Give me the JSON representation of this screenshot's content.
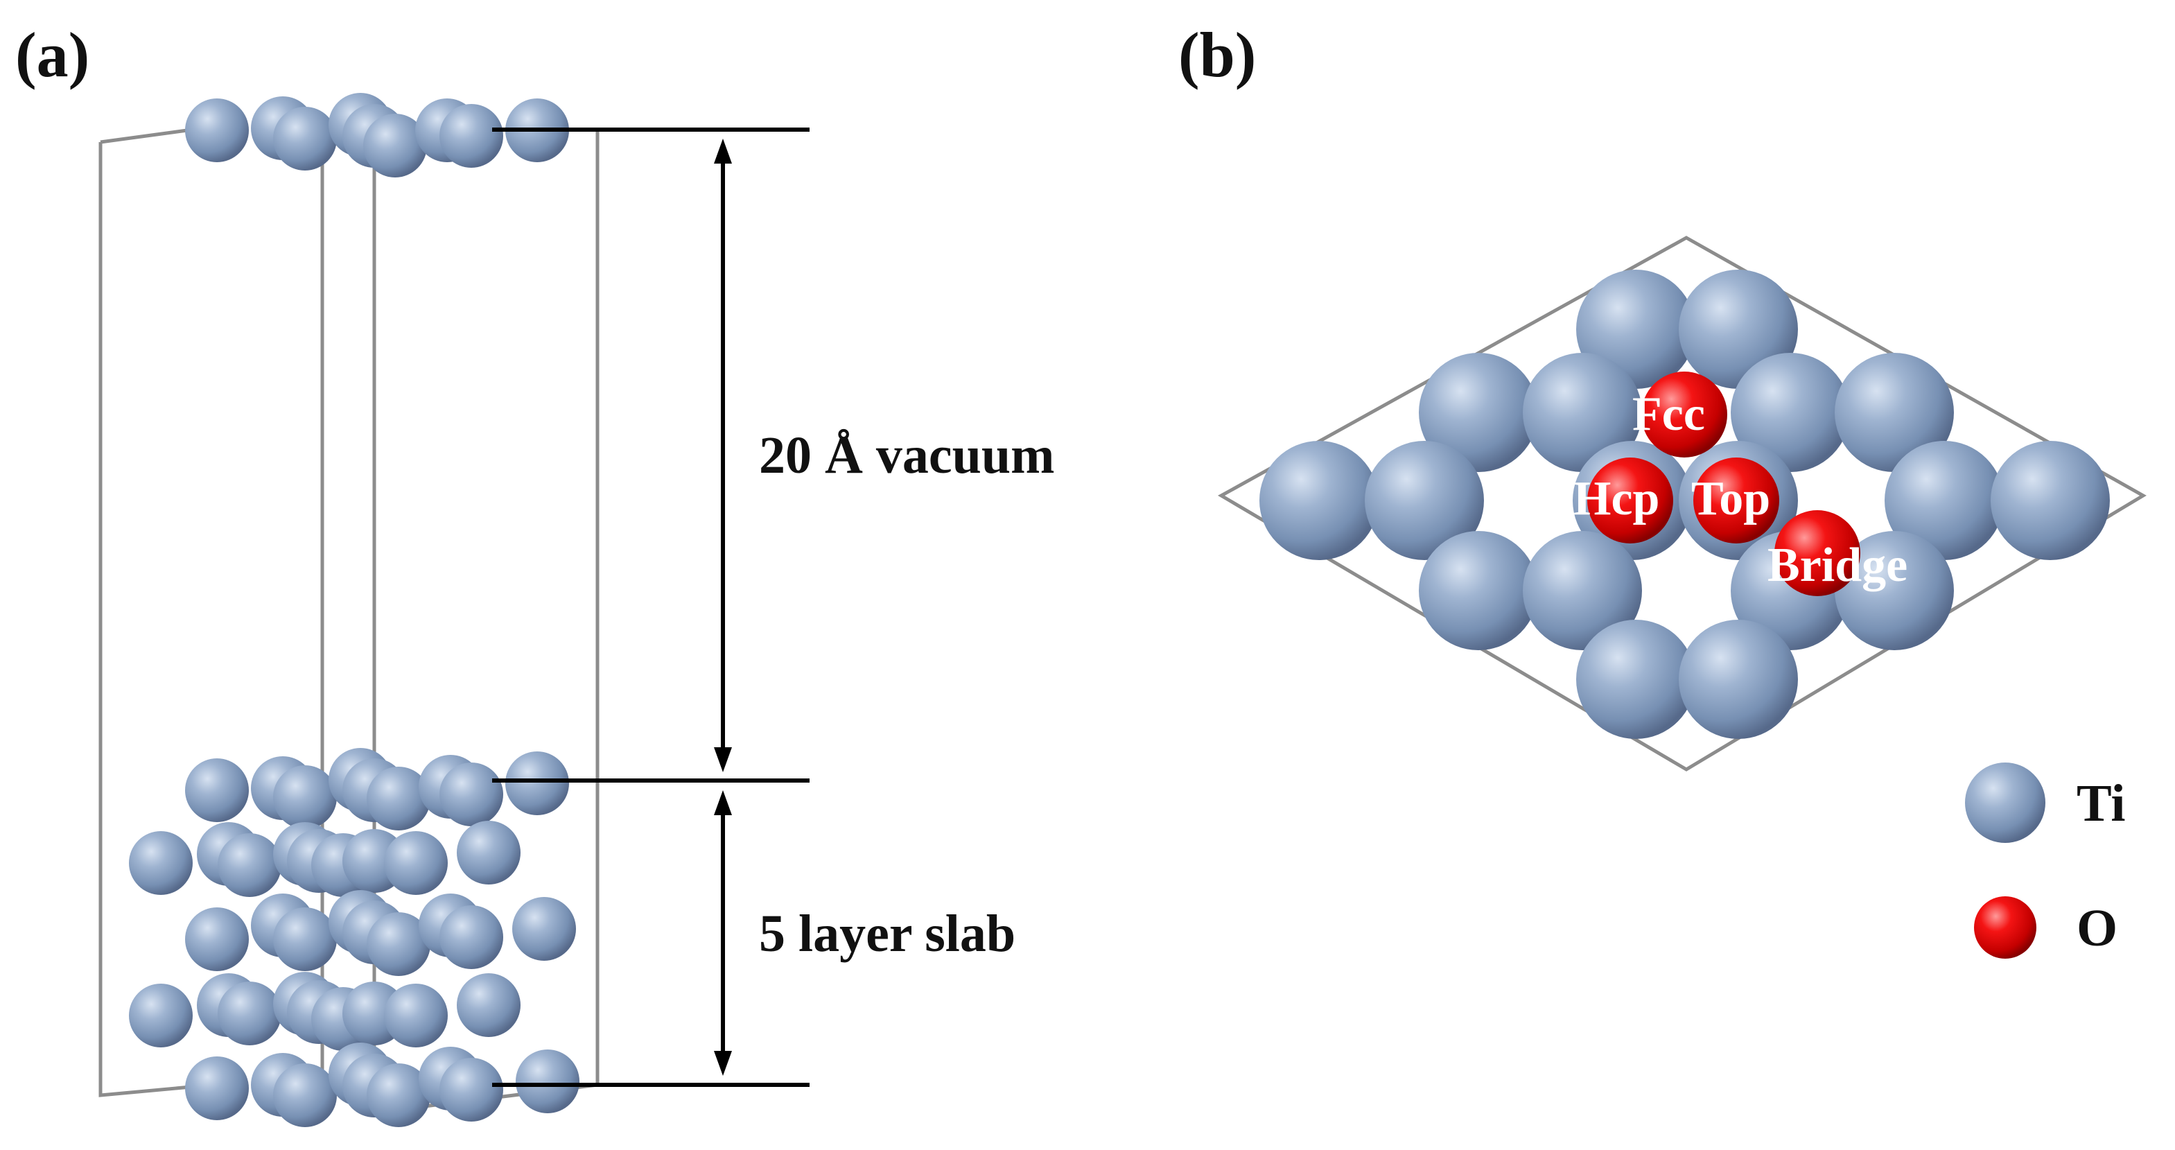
{
  "panels": {
    "a": {
      "label": "(a)"
    },
    "b": {
      "label": "(b)"
    }
  },
  "annotations": {
    "vacuum": "20 Å vacuum",
    "slab": "5 layer slab"
  },
  "sites": {
    "fcc": "Fcc",
    "hcp": "Hcp",
    "top": "Top",
    "bridge": "Bridge"
  },
  "legend": [
    {
      "key": "ti",
      "label": "Ti",
      "color": "#7e97ba"
    },
    {
      "key": "o",
      "label": "O",
      "color": "#e3000f"
    }
  ],
  "colors": {
    "ti": "#7e97ba",
    "o": "#e3000f",
    "cell_edge": "#8c8c8c"
  }
}
